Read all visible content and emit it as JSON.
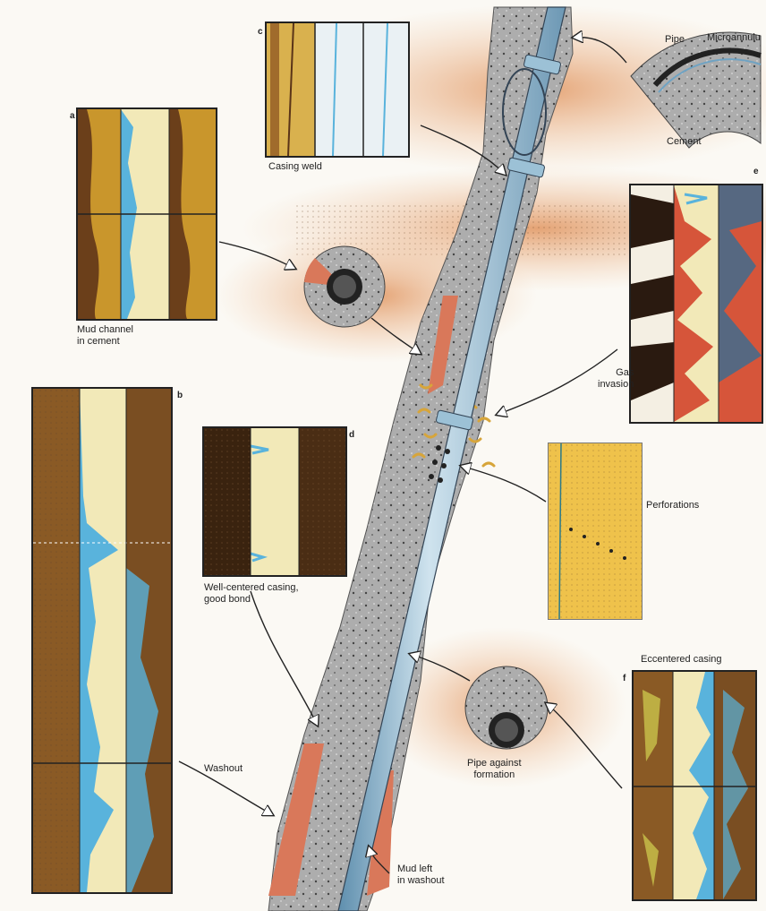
{
  "panels": {
    "a": {
      "letter": "a",
      "caption": "Mud channel\nin cement"
    },
    "b": {
      "letter": "b"
    },
    "c": {
      "letter": "c",
      "caption": "Casing weld"
    },
    "d": {
      "letter": "d",
      "caption": "Well-centered casing,\ngood bond"
    },
    "e": {
      "letter": "e"
    },
    "f": {
      "letter": "f",
      "caption": "Eccentered casing"
    }
  },
  "labels": {
    "pipe": "Pipe",
    "microannulus": "Microannulu",
    "cement": "Cement",
    "gas_invasion": "Gas\ninvasion",
    "perforations": "Perforations",
    "washout": "Washout",
    "mud_left": "Mud left\nin washout",
    "pipe_against": "Pipe against\nformation"
  },
  "colors": {
    "formation": "#e7a77a",
    "cement": "#a9a9a9",
    "casing": "#8ab6cf",
    "mud": "#d9785a",
    "log_blue": "#59b3dc",
    "log_cream": "#f2e9b8",
    "log_brown": "#6b3f1a",
    "log_gold": "#c9962c",
    "log_red": "#d6553a"
  }
}
